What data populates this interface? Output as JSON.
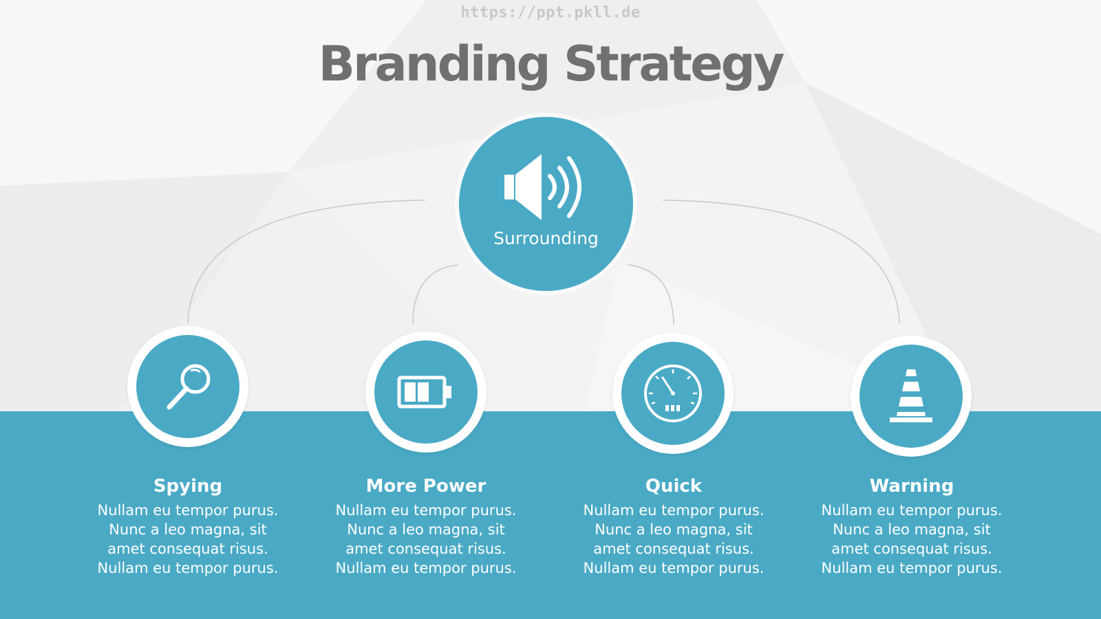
{
  "header": {
    "url": "https://ppt.pkll.de",
    "title": "Branding Strategy"
  },
  "colors": {
    "accent": "#4aaac6",
    "background": "#f3f3f4",
    "title": "#707070",
    "connector": "#c8c8c8",
    "white": "#ffffff"
  },
  "center": {
    "icon": "speaker-icon",
    "label": "Surrounding"
  },
  "items": [
    {
      "icon": "magnifier-icon",
      "title": "Spying",
      "lines": [
        "Nullam eu tempor purus.",
        "Nunc a leo magna, sit",
        "amet consequat risus.",
        "Nullam eu tempor purus."
      ]
    },
    {
      "icon": "battery-icon",
      "title": "More Power",
      "lines": [
        "Nullam eu tempor purus.",
        "Nunc a leo magna, sit",
        "amet consequat risus.",
        "Nullam eu tempor purus."
      ]
    },
    {
      "icon": "speedometer-icon",
      "title": "Quick",
      "lines": [
        "Nullam eu tempor purus.",
        "Nunc a leo magna, sit",
        "amet consequat risus.",
        "Nullam eu tempor purus."
      ]
    },
    {
      "icon": "traffic-cone-icon",
      "title": "Warning",
      "lines": [
        "Nullam eu tempor purus.",
        "Nunc a leo magna, sit",
        "amet consequat risus.",
        "Nullam eu tempor purus."
      ]
    }
  ]
}
